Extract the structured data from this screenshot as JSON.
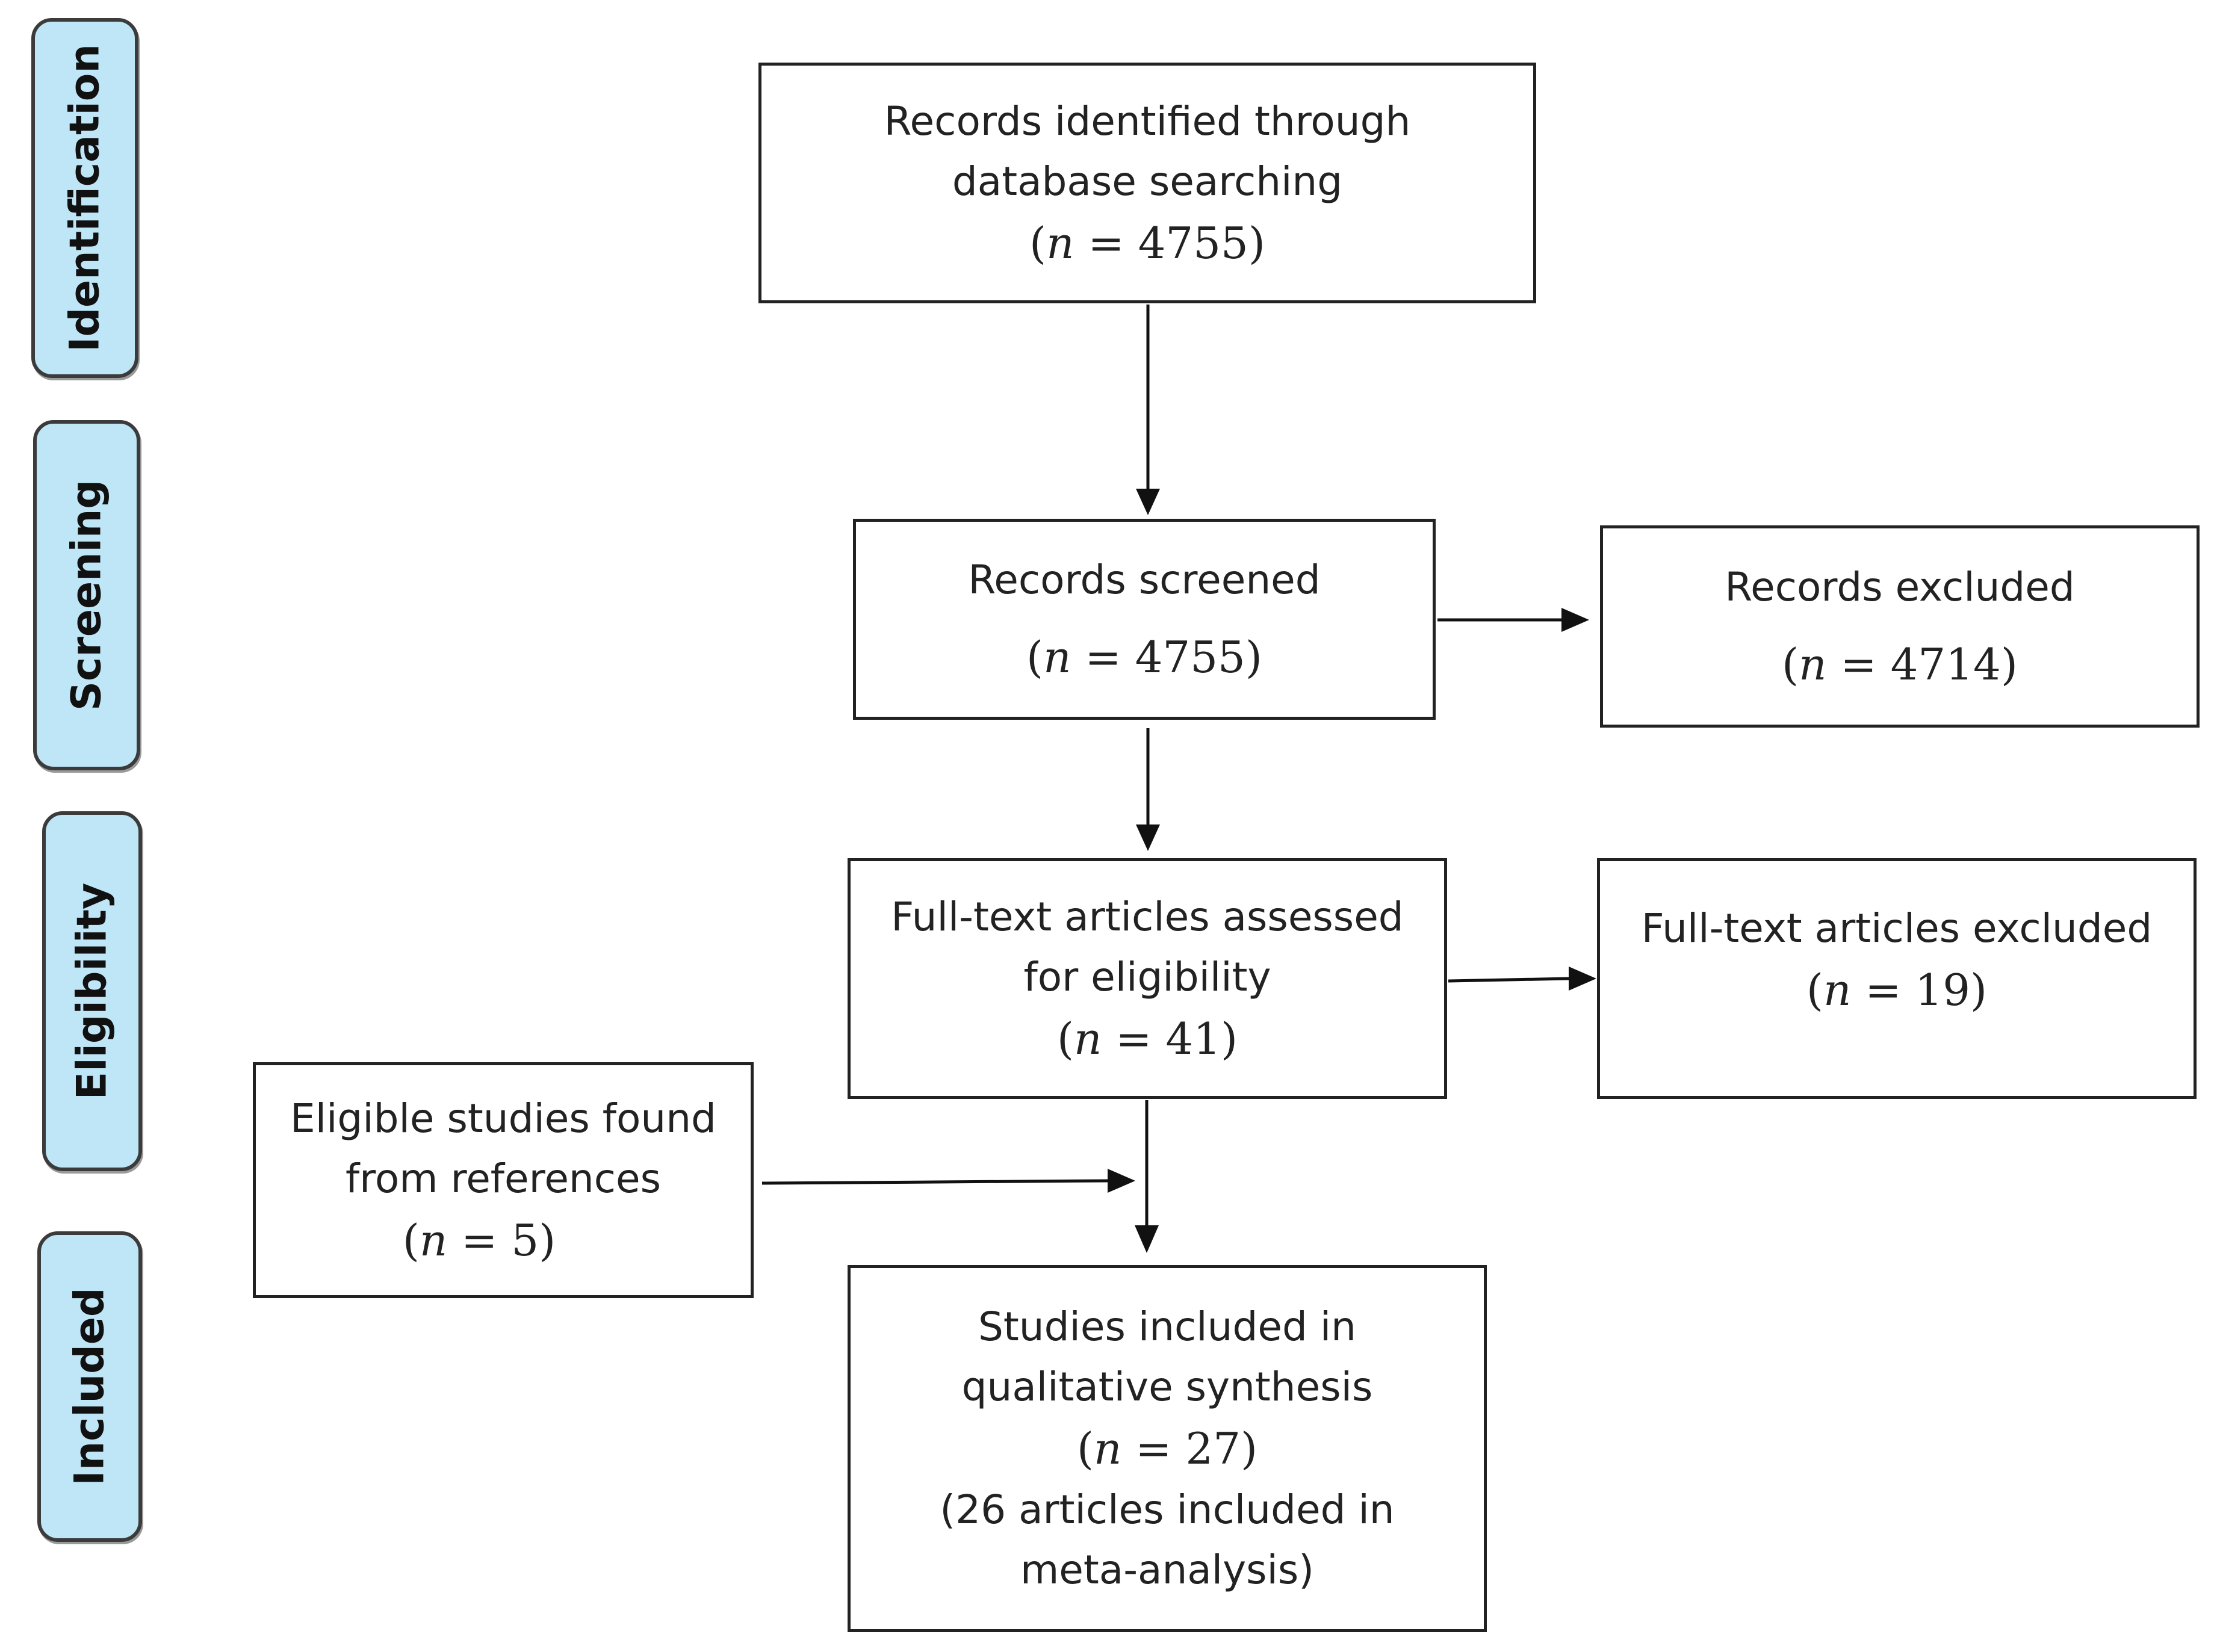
{
  "phases": {
    "identification": "Identification",
    "screening": "Screening",
    "eligibility": "Eligibility",
    "included": "Included"
  },
  "boxes": {
    "identified": {
      "lines": [
        "Records identified through",
        "database searching"
      ],
      "n_symbol": "n",
      "n_value": "4755"
    },
    "screened": {
      "lines": [
        "Records screened"
      ],
      "n_symbol": "n",
      "n_value": "4755"
    },
    "excluded": {
      "lines": [
        "Records excluded"
      ],
      "n_symbol": "n",
      "n_value": "4714"
    },
    "fulltext_assessed": {
      "lines": [
        "Full-text articles assessed",
        "for eligibility"
      ],
      "n_symbol": "n",
      "n_value": "41"
    },
    "fulltext_excluded": {
      "lines": [
        "Full-text articles excluded"
      ],
      "n_symbol": "n",
      "n_value": "19"
    },
    "references": {
      "lines": [
        "Eligible studies found",
        "from references"
      ],
      "n_symbol": "n",
      "n_value": "5"
    },
    "included": {
      "lines": [
        "Studies included in",
        "qualitative synthesis"
      ],
      "n_symbol": "n",
      "n_value": "27",
      "after_lines": [
        "(26 articles included in",
        "meta-analysis)"
      ]
    }
  }
}
